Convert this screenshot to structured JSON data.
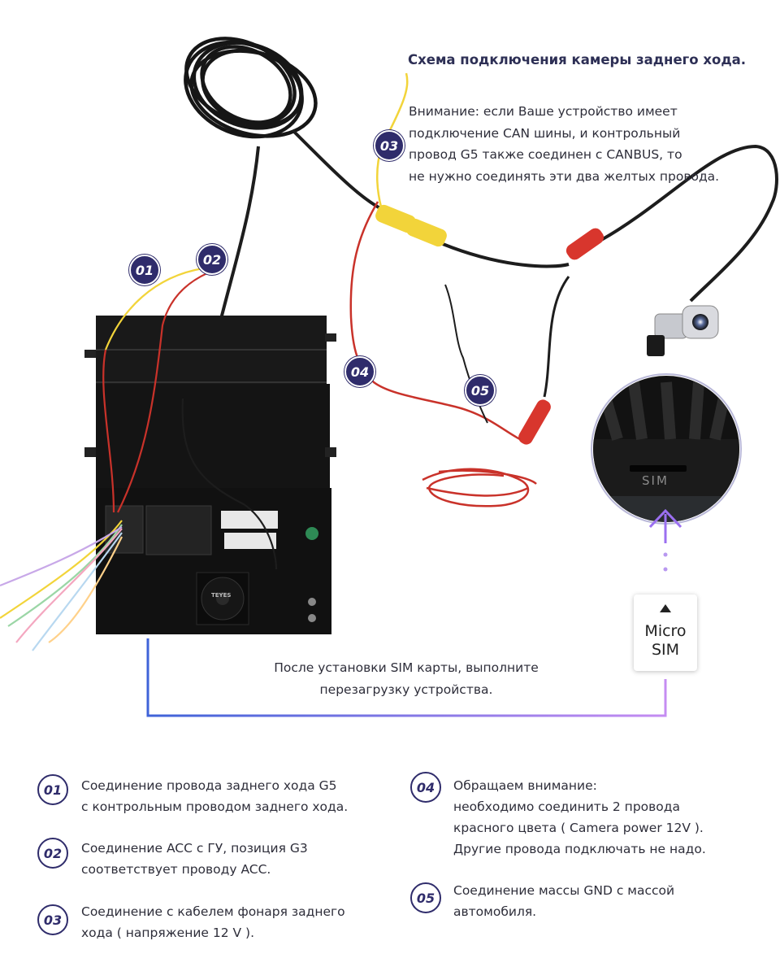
{
  "header": {
    "title": "Схема подключения камеры заднего хода.",
    "warning": [
      "Внимание: если Ваше устройство имеет",
      "подключение CAN шины, и контрольный",
      "провод G5 также соединен с CANBUS, то",
      "не нужно соединять эти два желтых провода."
    ]
  },
  "badges": [
    "01",
    "02",
    "03",
    "04",
    "05"
  ],
  "sim": {
    "card_label": [
      "Micro",
      "SIM"
    ],
    "slot_label": "SIM",
    "note": [
      "После установки SIM карты, выполните",
      "перезагрузку устройства."
    ]
  },
  "legend": {
    "left": [
      {
        "num": "01",
        "lines": [
          "Соединение провода заднего хода G5",
          "с контрольным проводом заднего хода."
        ]
      },
      {
        "num": "02",
        "lines": [
          "Соединение ACC с ГУ, позиция G3",
          "соответствует проводу ACC."
        ]
      },
      {
        "num": "03",
        "lines": [
          "Соединение с кабелем фонаря заднего",
          "хода ( напряжение 12 V )."
        ]
      }
    ],
    "right": [
      {
        "num": "04",
        "lines": [
          "Обращаем внимание:",
          "необходимо соединить 2 провода",
          "красного цвета ( Camera power 12V ).",
          "Другие провода подключать не надо."
        ]
      },
      {
        "num": "05",
        "lines": [
          "Соединение массы GND с массой",
          "автомобиля."
        ]
      }
    ]
  },
  "device": {
    "brand_text": "TEYES"
  },
  "colors": {
    "accent": "#2f2c6b",
    "wire_red": "#c9322a",
    "wire_yellow": "#f2d43a",
    "wire_black": "#1d1d1d",
    "gradient_start": "#3f63d8",
    "gradient_end": "#c58cf2"
  }
}
